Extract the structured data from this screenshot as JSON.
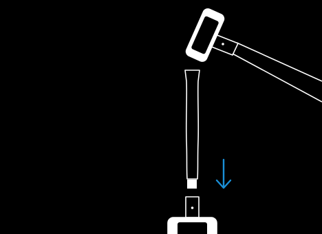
{
  "diagram": {
    "background_color": "#000000",
    "line_color": "#ffffff",
    "arrow_color": "#1a8fd6",
    "parts": [
      {
        "name": "assembled-mallet",
        "icon": "mallet-icon"
      },
      {
        "name": "detached-handle-shaft",
        "icon": "handle-icon"
      },
      {
        "name": "mallet-head-with-socket",
        "icon": "mallet-head-icon"
      }
    ],
    "motion": {
      "direction": "down",
      "icon": "arrow-down-icon"
    }
  }
}
